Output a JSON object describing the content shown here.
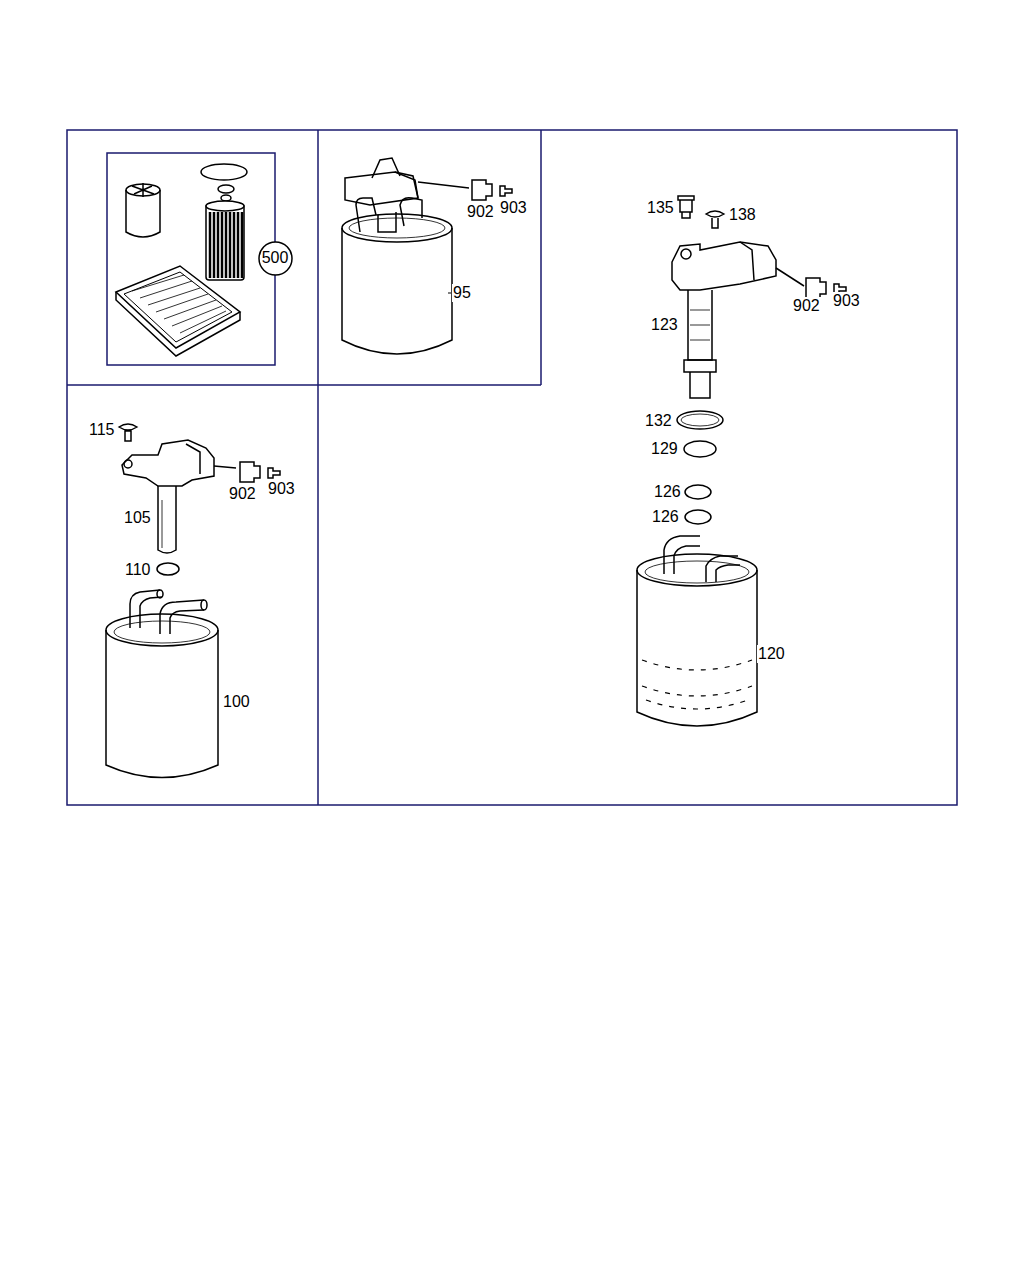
{
  "diagram": {
    "nodes": [
      {
        "text": [
          "500"
        ]
      }
    ],
    "labels": [
      "95",
      "902",
      "903",
      "135",
      "138",
      "902",
      "903",
      "123",
      "132",
      "129",
      "126",
      "126",
      "120",
      "115",
      "902",
      "903",
      "105",
      "110",
      "100"
    ]
  }
}
